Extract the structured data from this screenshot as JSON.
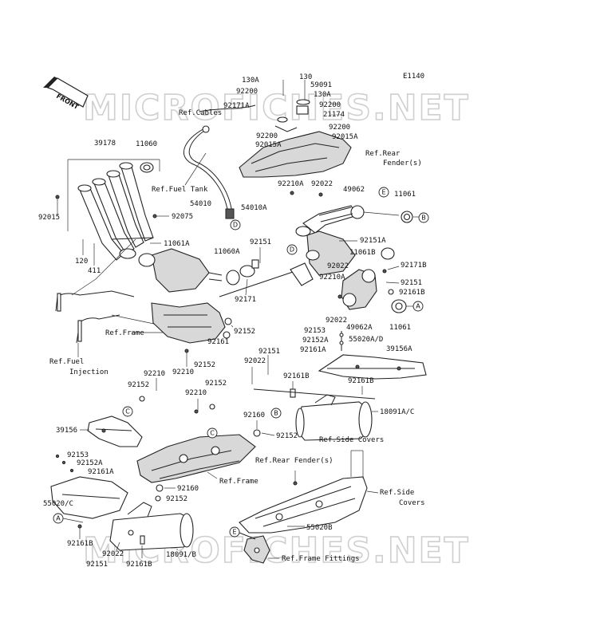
{
  "diagram_id": "E1140",
  "front_label": "FRONT",
  "watermarks": [
    "MICROFICHES.NET",
    "MICROFICHES.NET"
  ],
  "labels": {
    "p130a_top": "130A",
    "p130_top": "130",
    "p59091": "59091",
    "p92200_a": "92200",
    "p130a_b": "130A",
    "p92171a": "92171A",
    "refcables": "Ref.Cables",
    "p92200_b": "92200",
    "p21174": "21174",
    "p92200_c": "92200",
    "p92200_d": "92200",
    "p92015a_a": "92015A",
    "p92015a_b": "92015A",
    "refrear": "Ref.Rear",
    "fenders": "Fender(s)",
    "p39178": "39178",
    "p11060": "11060",
    "reffueltank": "Ref.Fuel Tank",
    "p92210a_a": "92210A",
    "p92022_a": "92022",
    "p49062": "49062",
    "p11061_a": "11061",
    "p54010": "54010",
    "p54010a": "54010A",
    "p92015": "92015",
    "p92075": "92075",
    "p11061a": "11061A",
    "p92151_a": "92151",
    "p92151a": "92151A",
    "p11061b": "11061B",
    "p120": "120",
    "p411": "411",
    "p11060a": "11060A",
    "p92022_b": "92022",
    "p92171b": "92171B",
    "p92210a_b": "92210A",
    "p92151_b": "92151",
    "p92161b_a": "92161B",
    "p92171": "92171",
    "p92022_c": "92022",
    "p49062a": "49062A",
    "p11061_b": "11061",
    "refframe_a": "Ref.Frame",
    "p92152_a": "92152",
    "p92161": "92161",
    "p92153_a": "92153",
    "p92152a_a": "92152A",
    "p92161a_a": "92161A",
    "p55020ad": "55020A/D",
    "p39156a": "39156A",
    "reffuel": "Ref.Fuel",
    "injection": "Injection",
    "p92210_a": "92210",
    "p92152_b": "92152",
    "p92151_c": "92151",
    "p92022_d": "92022",
    "p92161b_b": "92161B",
    "p92210_b": "92210",
    "p92152_c": "92152",
    "p92161b_c": "92161B",
    "p92210_c": "92210",
    "p92152_d": "92152",
    "p92160_a": "92160",
    "p18091ac": "18091A/C",
    "p39156": "39156",
    "p92152_e": "92152",
    "refsidecovers_a": "Ref.Side Covers",
    "p92153_b": "92153",
    "p92152a_b": "92152A",
    "p92161a_b": "92161A",
    "refrearfenders": "Ref.Rear Fender(s)",
    "refframe_b": "Ref.Frame",
    "p92160_b": "92160",
    "p55020c": "55020/C",
    "p92152_f": "92152",
    "refside": "Ref.Side",
    "covers": "Covers",
    "p55020b": "55020B",
    "p92161b_d": "92161B",
    "p92022_e": "92022",
    "p18091b": "18091/B",
    "p92151_d": "92151",
    "p92161b_e": "92161B",
    "refframefittings": "Ref.Frame Fittings"
  },
  "callouts": {
    "a": "A",
    "b": "B",
    "c": "C",
    "d": "D",
    "e": "E"
  }
}
